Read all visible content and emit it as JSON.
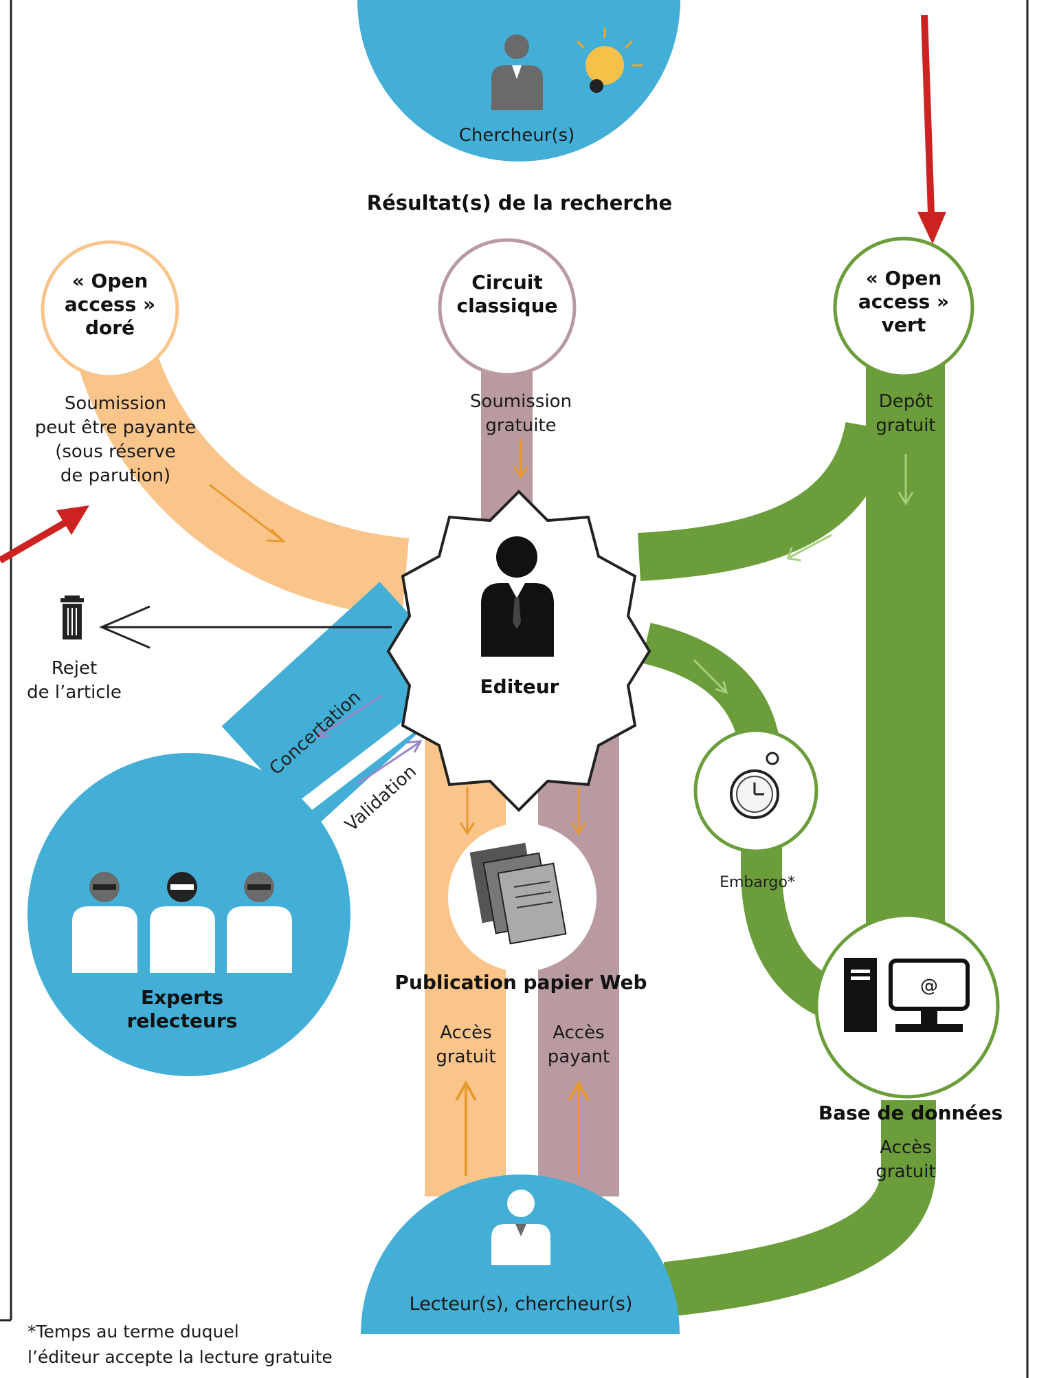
{
  "colors": {
    "blue": "#43aed6",
    "orange": "#f9c58a",
    "mauve": "#b89aa0",
    "green": "#6b9d3a",
    "dark_green": "#4e8a2e",
    "red_arrow": "#cc2222",
    "arrow_orange": "#e89a30",
    "arrow_purple": "#9a86c6"
  },
  "top": {
    "researcher_label": "Chercheur(s)",
    "results_label": "Résultat(s) de la recherche"
  },
  "circles": {
    "gold": {
      "line1": "« Open",
      "line2": "access »",
      "line3": "doré"
    },
    "classic": {
      "line1": "Circuit",
      "line2": "classique"
    },
    "green": {
      "line1": "« Open",
      "line2": "access »",
      "line3": "vert"
    }
  },
  "paths": {
    "gold_submission": [
      "Soumission",
      "peut être payante",
      "(sous réserve",
      "de parution)"
    ],
    "classic_submission": [
      "Soumission",
      "gratuite"
    ],
    "green_deposit": [
      "Depôt",
      "gratuit"
    ]
  },
  "editor": {
    "label": "Editeur"
  },
  "rejection": {
    "line1": "Rejet",
    "line2": "de l’article"
  },
  "experts": {
    "line1": "Experts",
    "line2": "relecteurs",
    "concertation": "Concertation",
    "validation": "Validation"
  },
  "embargo": {
    "label": "Embargo*"
  },
  "publication": {
    "label": "Publication papier Web",
    "free_access": [
      "Accès",
      "gratuit"
    ],
    "paid_access": [
      "Accès",
      "payant"
    ]
  },
  "database": {
    "label": "Base de données",
    "free_access": [
      "Accès",
      "gratuit"
    ]
  },
  "readers": {
    "label": "Lecteur(s), chercheur(s)"
  },
  "footnote": {
    "line1": "*Temps au terme duquel",
    "line2": "l’éditeur accepte la lecture gratuite"
  }
}
